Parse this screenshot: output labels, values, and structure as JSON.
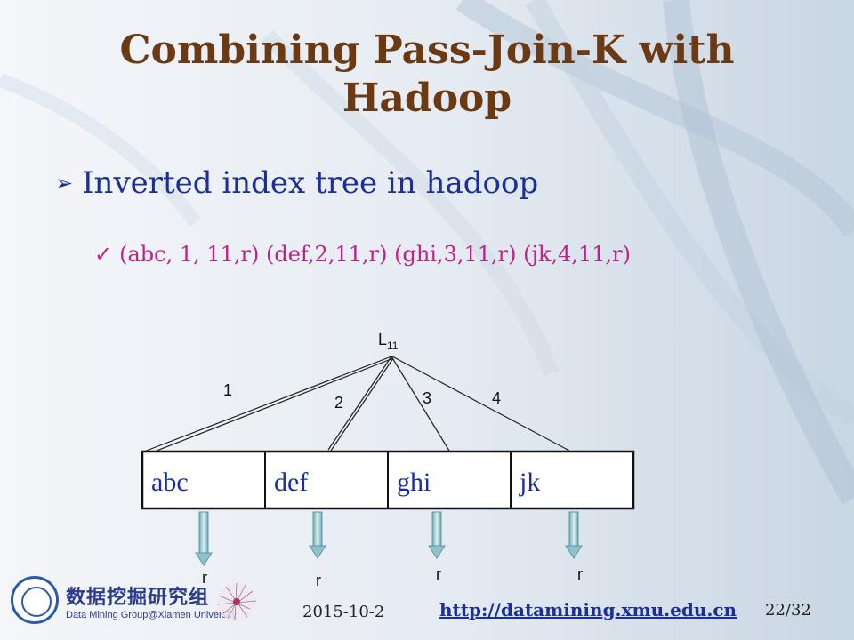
{
  "slide": {
    "title": "Combining Pass-Join-K with Hadoop",
    "bullet": "Inverted index tree in hadoop",
    "sub_bullet": "(abc, 1, 11,r) (def,2,11,r) (ghi,3,11,r) (jk,4,11,r)"
  },
  "tree": {
    "root_label": "L",
    "root_subscript": "11",
    "edge_labels": [
      "1",
      "2",
      "3",
      "4"
    ],
    "cells": [
      "abc",
      "def",
      "ghi",
      "jk"
    ],
    "leaf_labels": [
      "r",
      "r",
      "r",
      "r"
    ]
  },
  "footer": {
    "date": "2015-10-2",
    "url": "http://datamining.xmu.edu.cn",
    "page": "22/32",
    "logo_cn": "数据挖掘研究组",
    "logo_en": "Data Mining Group@Xiamen University"
  },
  "colors": {
    "title": "#6b3a13",
    "bullet": "#1a2f9c",
    "sub_bullet": "#c0208a",
    "arrow": "#9fcfd6"
  }
}
